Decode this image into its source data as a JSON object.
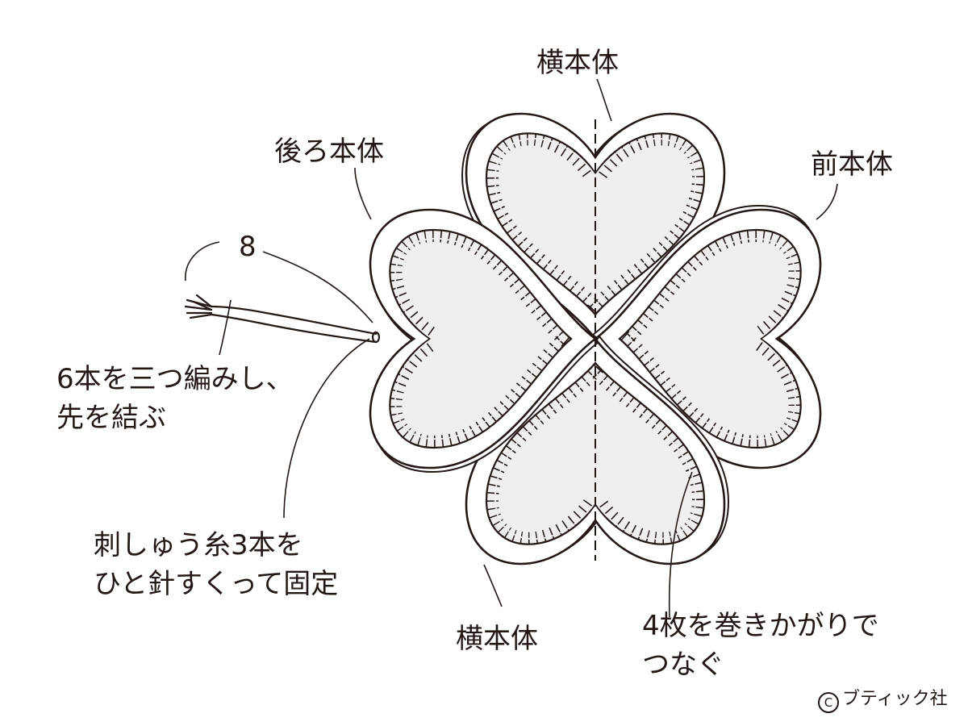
{
  "labels": {
    "yoko_top": "横本体",
    "ushiro": "後ろ本体",
    "mae": "前本体",
    "yoko_bottom": "横本体",
    "eight": "8",
    "braid_line1": "6本を三つ編みし、",
    "braid_line2": "先を結ぶ",
    "thread_line1": "刺しゅう糸3本を",
    "thread_line2": "ひと針すくって固定",
    "join_line1": "4枚を巻きかがりで",
    "join_line2": "つなぐ"
  },
  "copyright": {
    "symbol": "C",
    "text": "ブティック社"
  },
  "colors": {
    "ink": "#231815",
    "fill": "#efefef",
    "paper": "#ffffff"
  }
}
